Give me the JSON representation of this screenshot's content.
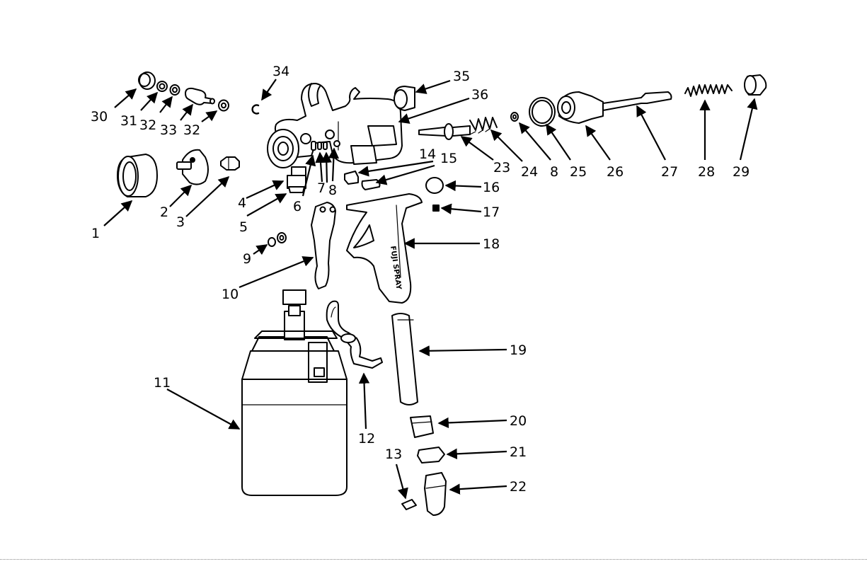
{
  "diagram": {
    "brand_mark": "FUJI SPRAY",
    "callouts": [
      {
        "id": "c30",
        "label": "30"
      },
      {
        "id": "c31",
        "label": "31"
      },
      {
        "id": "c32a",
        "label": "32"
      },
      {
        "id": "c33",
        "label": "33"
      },
      {
        "id": "c32b",
        "label": "32"
      },
      {
        "id": "c34",
        "label": "34"
      },
      {
        "id": "c35",
        "label": "35"
      },
      {
        "id": "c36",
        "label": "36"
      },
      {
        "id": "c1",
        "label": "1"
      },
      {
        "id": "c2",
        "label": "2"
      },
      {
        "id": "c3",
        "label": "3"
      },
      {
        "id": "c4",
        "label": "4"
      },
      {
        "id": "c5",
        "label": "5"
      },
      {
        "id": "c6",
        "label": "6"
      },
      {
        "id": "c7",
        "label": "7"
      },
      {
        "id": "c8a",
        "label": "8"
      },
      {
        "id": "c14",
        "label": "14"
      },
      {
        "id": "c15",
        "label": "15"
      },
      {
        "id": "c16",
        "label": "16"
      },
      {
        "id": "c17",
        "label": "17"
      },
      {
        "id": "c18",
        "label": "18"
      },
      {
        "id": "c9",
        "label": "9"
      },
      {
        "id": "c10",
        "label": "10"
      },
      {
        "id": "c11",
        "label": "11"
      },
      {
        "id": "c12",
        "label": "12"
      },
      {
        "id": "c13",
        "label": "13"
      },
      {
        "id": "c19",
        "label": "19"
      },
      {
        "id": "c20",
        "label": "20"
      },
      {
        "id": "c21",
        "label": "21"
      },
      {
        "id": "c22",
        "label": "22"
      },
      {
        "id": "c23",
        "label": "23"
      },
      {
        "id": "c24",
        "label": "24"
      },
      {
        "id": "c8b",
        "label": "8"
      },
      {
        "id": "c25",
        "label": "25"
      },
      {
        "id": "c26",
        "label": "26"
      },
      {
        "id": "c27",
        "label": "27"
      },
      {
        "id": "c28",
        "label": "28"
      },
      {
        "id": "c29",
        "label": "29"
      }
    ]
  }
}
